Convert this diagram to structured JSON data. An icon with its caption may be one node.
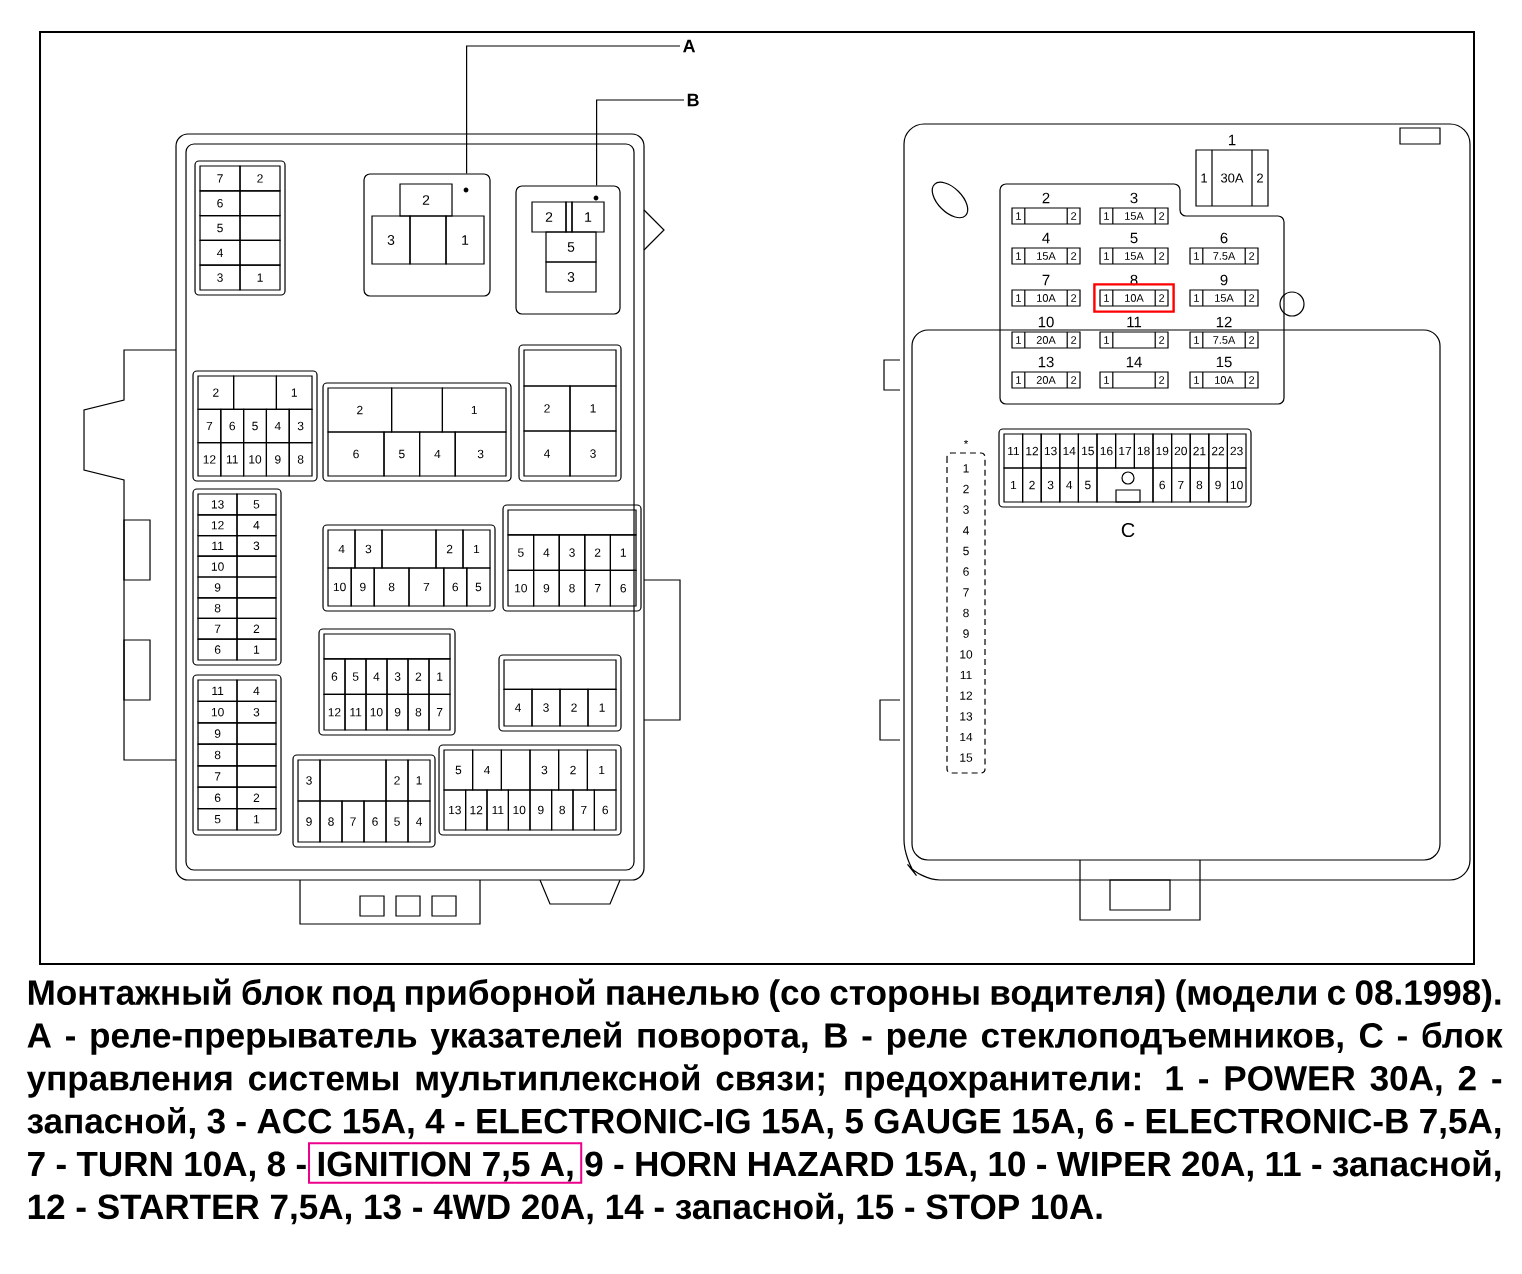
{
  "diagram": {
    "caption": "Монтажный блок под приборной панелью (со стороны водителя) (модели с 08.1998). А - реле-прерыватель указателей поворота, В - реле стеклоподъемников, С - блок управления системы мультиплексной связи; предохранители: 1 - POWER 30A, 2 - запасной, 3 - ACC 15A, 4 - ELECTRONIC-IG 15A, 5 GAUGE 15A, 6 - ELECTRONIC-B 7,5A, 7 - TURN 10A, 8 - IGNITION 7,5 A, 9 - HORN HAZARD 15A, 10 - WIPER 20A, 11 - запасной, 12 - STARTER 7,5A, 13 - 4WD 20A, 14 - запасной, 15 - STOP 10A.",
    "nodes": [
      {
        "text": [
          "A"
        ]
      },
      {
        "text": [
          "2",
          "3",
          "1"
        ]
      },
      {
        "text": [
          "B"
        ]
      },
      {
        "text": [
          "2",
          "1",
          "5",
          "3"
        ]
      },
      {
        "text": [
          "1",
          "1",
          "30A",
          "2"
        ]
      },
      {
        "text": [
          "2",
          "1",
          "2"
        ]
      },
      {
        "text": [
          "3",
          "1",
          "15A",
          "2"
        ]
      },
      {
        "text": [
          "4",
          "1",
          "15A",
          "2"
        ]
      },
      {
        "text": [
          "5",
          "1",
          "15A",
          "2"
        ]
      },
      {
        "text": [
          "6",
          "1",
          "7.5A",
          "2"
        ]
      },
      {
        "text": [
          "7",
          "1",
          "10A",
          "2"
        ]
      },
      {
        "text": [
          "8",
          "1",
          "10A",
          "2"
        ]
      },
      {
        "text": [
          "9",
          "1",
          "15A",
          "2"
        ]
      },
      {
        "text": [
          "10",
          "1",
          "20A",
          "2"
        ]
      },
      {
        "text": [
          "11",
          "1",
          "2"
        ]
      },
      {
        "text": [
          "12",
          "1",
          "7.5A",
          "2"
        ]
      },
      {
        "text": [
          "13",
          "1",
          "20A",
          "2"
        ]
      },
      {
        "text": [
          "14",
          "1",
          "2"
        ]
      },
      {
        "text": [
          "15",
          "1",
          "10A",
          "2"
        ]
      }
    ],
    "edges": [
      {
        "from": 0,
        "to": 1,
        "arrow": "none"
      },
      {
        "from": 2,
        "to": 3,
        "arrow": "none"
      }
    ],
    "labels": [
      "7",
      "2",
      "6",
      "5",
      "4",
      "3",
      "1",
      "2",
      "1",
      "7",
      "6",
      "5",
      "4",
      "3",
      "12",
      "11",
      "10",
      "9",
      "8",
      "2",
      "1",
      "6",
      "5",
      "4",
      "3",
      "2",
      "1",
      "4",
      "3",
      "13",
      "5",
      "12",
      "4",
      "11",
      "3",
      "10",
      "9",
      "8",
      "7",
      "2",
      "6",
      "1",
      "11",
      "4",
      "10",
      "3",
      "9",
      "8",
      "7",
      "6",
      "2",
      "5",
      "1",
      "4",
      "3",
      "2",
      "1",
      "10",
      "9",
      "8",
      "7",
      "6",
      "5",
      "5",
      "4",
      "3",
      "2",
      "1",
      "10",
      "9",
      "8",
      "7",
      "6",
      "6",
      "5",
      "4",
      "3",
      "2",
      "1",
      "12",
      "11",
      "10",
      "9",
      "8",
      "7",
      "4",
      "3",
      "2",
      "1",
      "3",
      "2",
      "1",
      "9",
      "8",
      "7",
      "6",
      "5",
      "4",
      "5",
      "4",
      "3",
      "2",
      "1",
      "13",
      "12",
      "11",
      "10",
      "9",
      "8",
      "7",
      "6",
      "11",
      "12",
      "13",
      "14",
      "15",
      "16",
      "17",
      "18",
      "19",
      "20",
      "21",
      "22",
      "23",
      "1",
      "2",
      "3",
      "4",
      "5",
      "6",
      "7",
      "8",
      "9",
      "10",
      "*",
      "1",
      "2",
      "3",
      "4",
      "5",
      "6",
      "7",
      "8",
      "9",
      "10",
      "11",
      "12",
      "13",
      "14",
      "15",
      "C"
    ]
  }
}
